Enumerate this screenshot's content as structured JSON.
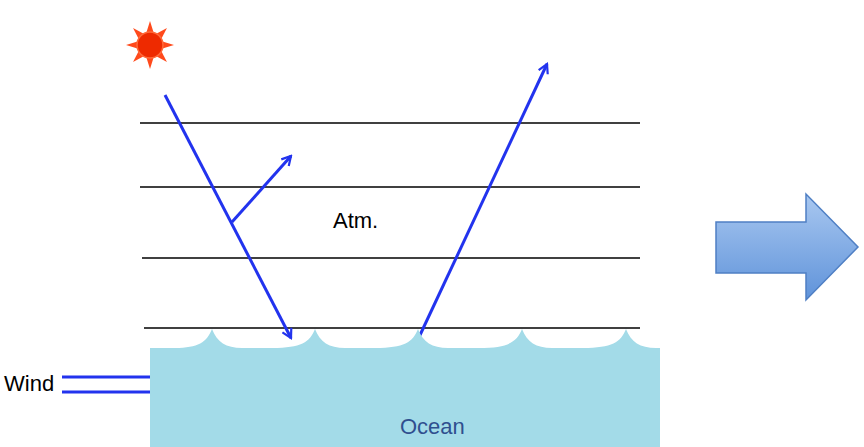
{
  "diagram": {
    "nodes": [
      {
        "text": [
          "Ocean"
        ]
      }
    ],
    "labels": [
      "Atm.",
      "Wind"
    ]
  }
}
